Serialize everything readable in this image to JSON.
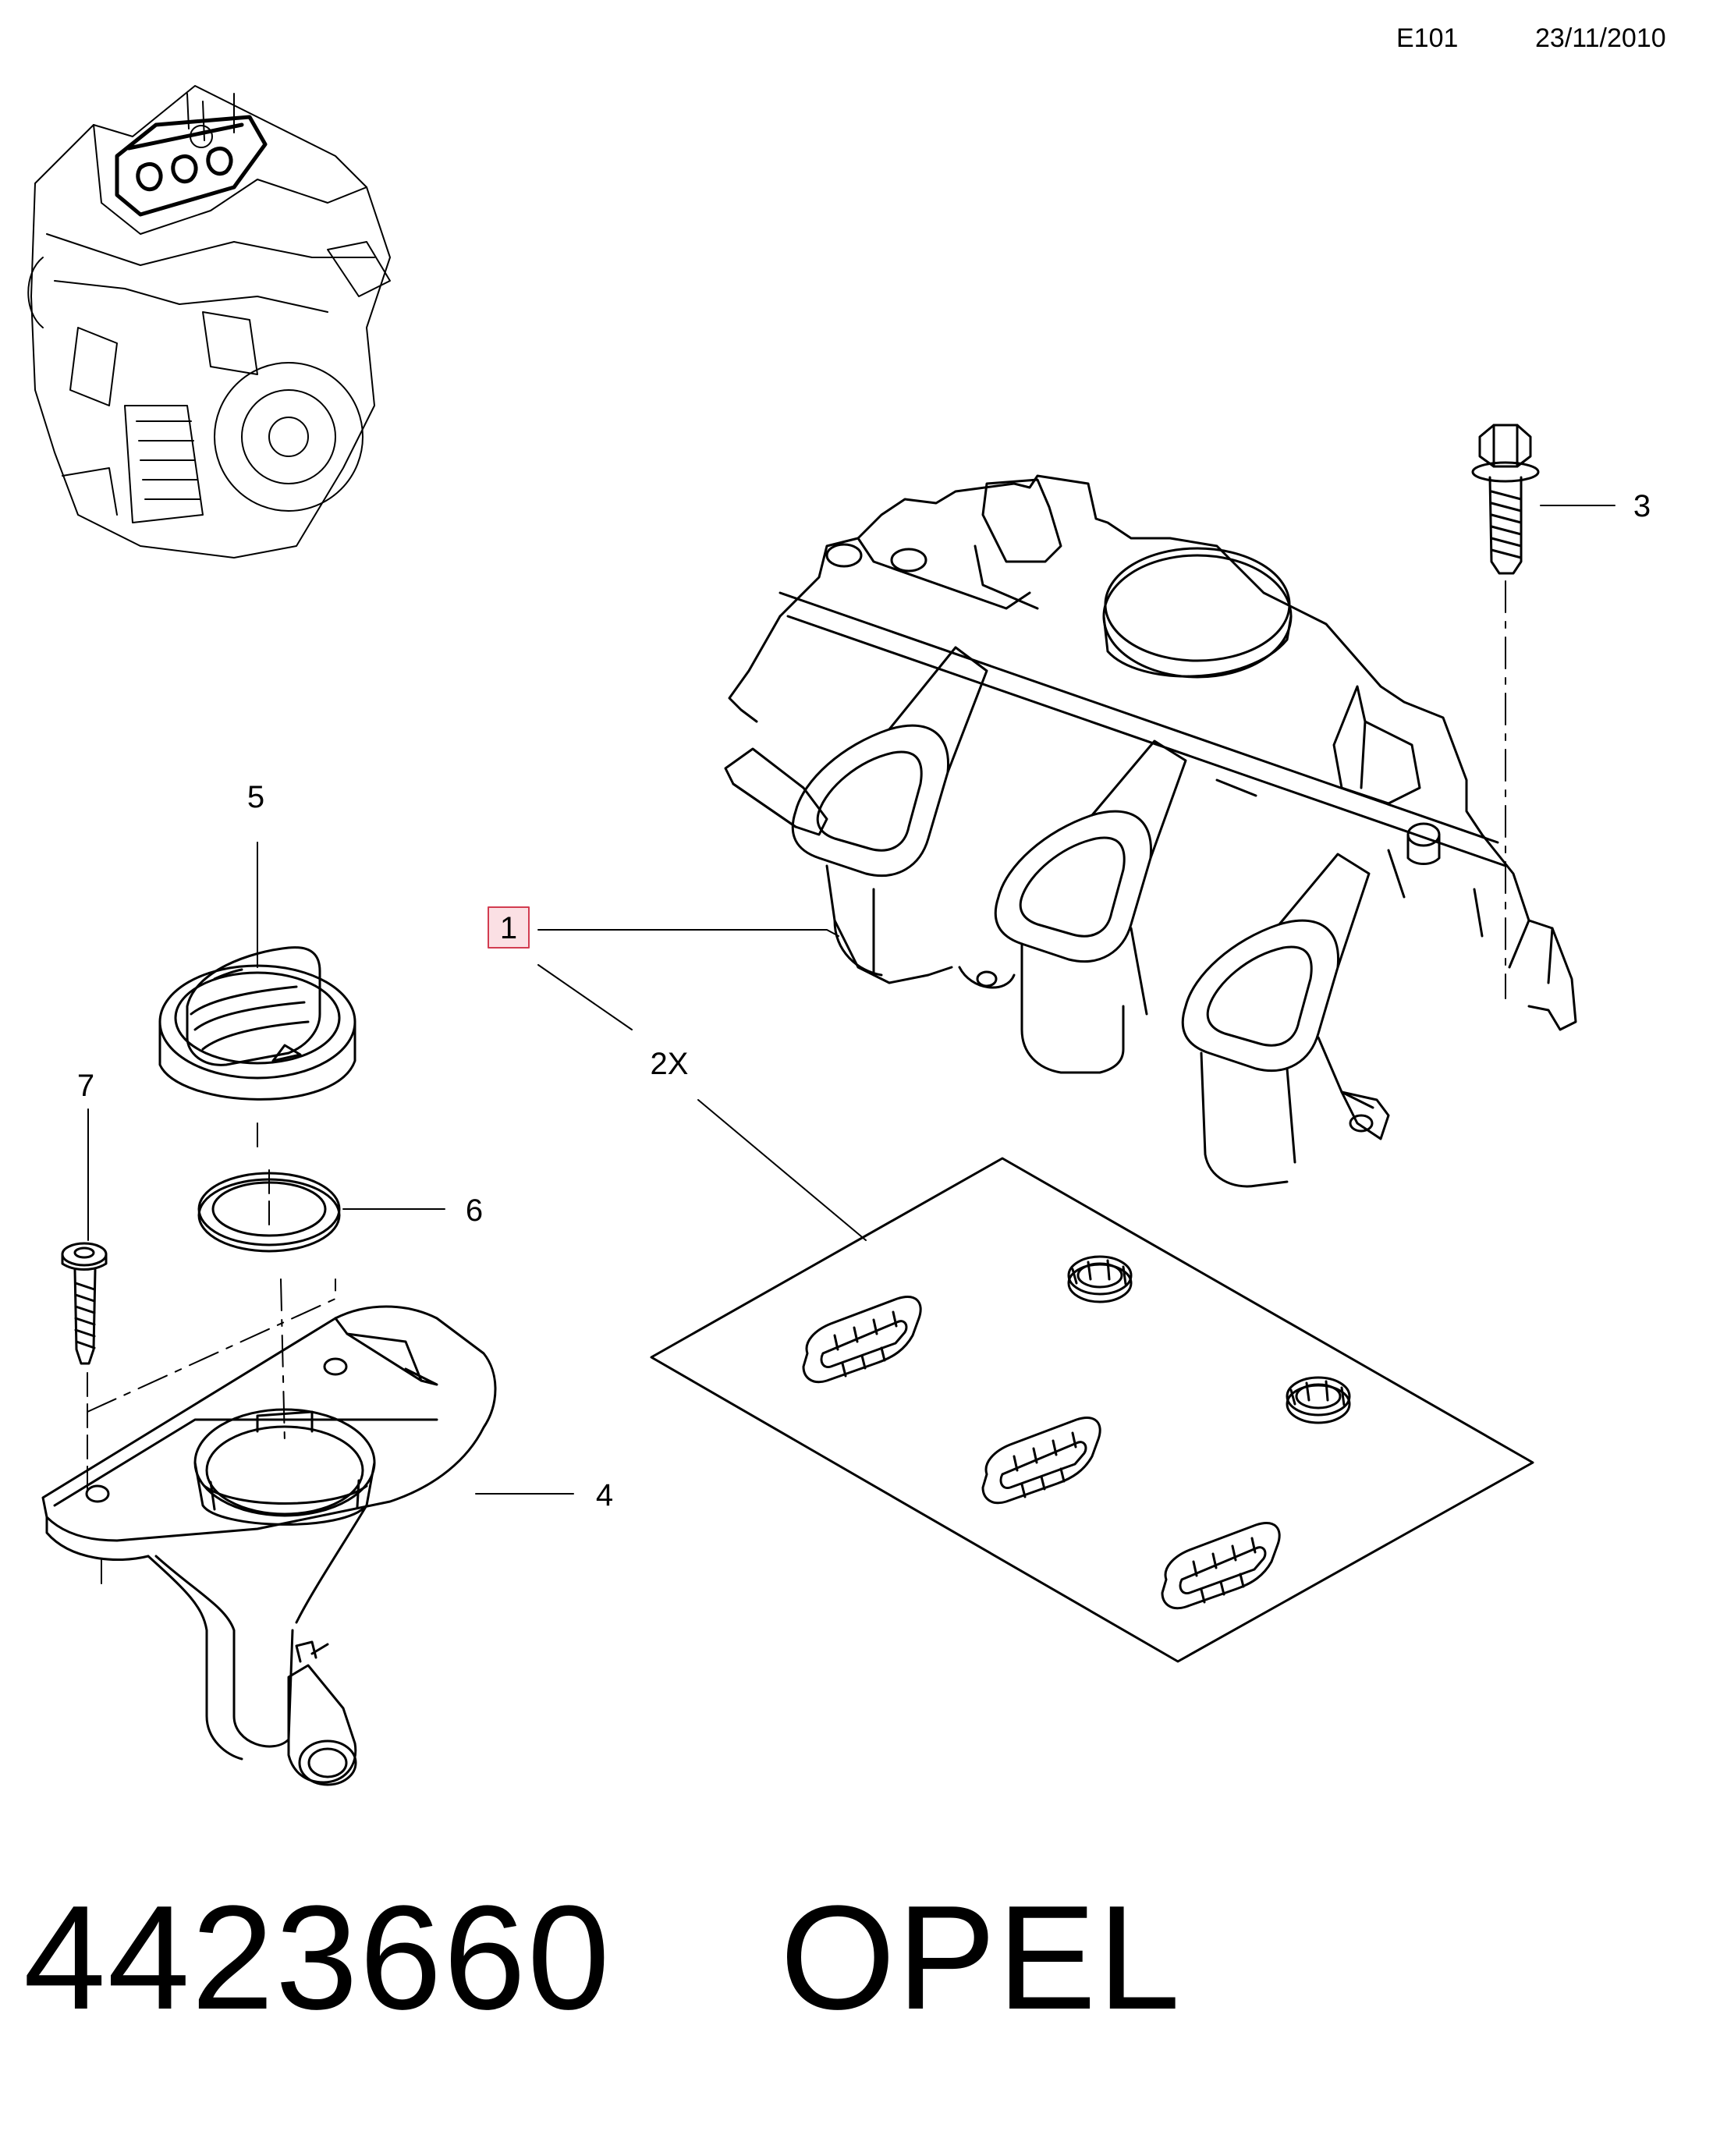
{
  "header": {
    "code": "E101",
    "date": "23/11/2010"
  },
  "callouts": {
    "c1": "1",
    "c2x": "2X",
    "c3": "3",
    "c4": "4",
    "c5": "5",
    "c6": "6",
    "c7": "7"
  },
  "footer": {
    "part_number": "4423660",
    "brand": "OPEL"
  },
  "colors": {
    "line": "#000000",
    "highlight_border": "#d23c50",
    "highlight_fill": "#fbe0e4"
  }
}
